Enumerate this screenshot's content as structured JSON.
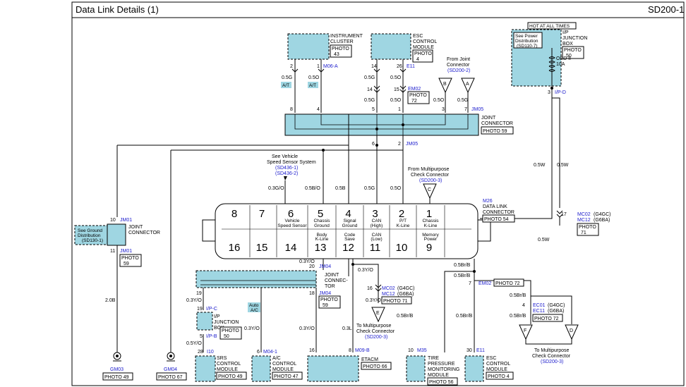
{
  "header": {
    "title": "Data Link Details (1)",
    "code": "SD200-1"
  },
  "modules": {
    "instrument_cluster": {
      "line1": "INSTRUMENT",
      "line2": "CLUSTER",
      "photo": "PHOTO",
      "photo_num": "43"
    },
    "esc_top": {
      "line1": "ESC",
      "line2": "CONTROL",
      "line3": "MODULE",
      "photo": "PHOTO",
      "photo_num": "4"
    },
    "joint_connector_top": {
      "line1": "JOINT",
      "line2": "CONNECTOR"
    },
    "ip_junction_top": {
      "hot": "HOT AT ALL TIMES",
      "see1": "See Power",
      "see2": "Distribution",
      "see3": "(SD110-7)",
      "line1": "I/P",
      "line2": "JUNCTION",
      "line3": "BOX",
      "fuse1": "OBD II",
      "fuse2": "10A"
    },
    "dlc": {
      "line1": "DATA LINK",
      "line2": "CONNECTOR"
    },
    "ground_dist": {
      "line1": "See Ground",
      "line2": "Distribution",
      "line3": "(SD130-1)"
    },
    "jm01": {
      "line1": "JOINT",
      "line2": "CONNECTOR"
    },
    "jm04": {
      "line1": "JOINT",
      "line2": "CONNEC-",
      "line3": "TOR"
    },
    "ip_junction_lower": {
      "line1": "I/P",
      "line2": "JUNCTION",
      "line3": "BOX"
    },
    "srs": {
      "line1": "SRS",
      "line2": "CONTROL",
      "line3": "MODULE"
    },
    "ac": {
      "line1": "A/C",
      "line2": "CONTROL",
      "line3": "MODULE"
    },
    "etacm": {
      "line1": "ETACM"
    },
    "tpms": {
      "line1": "TIRE",
      "line2": "PRESSURE",
      "line3": "MONITORING",
      "line4": "MODULE"
    },
    "esc_bottom": {
      "line1": "ESC",
      "line2": "CONTROL",
      "line3": "MODULE"
    }
  },
  "dlc_pins": [
    {
      "num": "8",
      "label1": "",
      "label2": "",
      "row": "top"
    },
    {
      "num": "7",
      "label1": "",
      "label2": "",
      "row": "top"
    },
    {
      "num": "6",
      "label1": "Vehicle",
      "label2": "Speed Sensor",
      "row": "top"
    },
    {
      "num": "5",
      "label1": "Chassis",
      "label2": "Ground",
      "row": "top"
    },
    {
      "num": "4",
      "label1": "Signal",
      "label2": "Ground",
      "row": "top"
    },
    {
      "num": "3",
      "label1": "CAN",
      "label2": "(High)",
      "row": "top"
    },
    {
      "num": "2",
      "label1": "P/T",
      "label2": "K-Line",
      "row": "top"
    },
    {
      "num": "1",
      "label1": "Chassis",
      "label2": "K-Line",
      "row": "top"
    },
    {
      "num": "16",
      "label1": "",
      "label2": "",
      "row": "bottom"
    },
    {
      "num": "15",
      "label1": "",
      "label2": "",
      "row": "bottom"
    },
    {
      "num": "14",
      "label1": "",
      "label2": "",
      "row": "bottom"
    },
    {
      "num": "13",
      "label1": "Body",
      "label2": "K-Line",
      "row": "bottom"
    },
    {
      "num": "12",
      "label1": "Code",
      "label2": "Save",
      "row": "bottom"
    },
    {
      "num": "11",
      "label1": "CAN",
      "label2": "(Low)",
      "row": "bottom"
    },
    {
      "num": "10",
      "label1": "",
      "label2": "",
      "row": "bottom"
    },
    {
      "num": "9",
      "label1": "Memory",
      "label2": "Power",
      "row": "bottom"
    }
  ],
  "pins": {
    "ic_left": "2",
    "ic_right": "1",
    "esc14": "14",
    "esc26": "26",
    "em14": "14",
    "em15": "15",
    "jc8": "8",
    "jc4": "4",
    "jc5": "5",
    "jc1": "1",
    "jc3": "3",
    "jc7": "7",
    "jc6": "6",
    "jc2": "2",
    "ip3": "3",
    "mc17": "17",
    "jm01_10": "10",
    "jm01_11": "11",
    "jm04_20": "20",
    "jm04_18": "18",
    "jm04_19": "19",
    "ipc19": "19",
    "ipb5": "5",
    "srs28": "28",
    "ac6": "6",
    "etacm16": "16",
    "etacm8": "8",
    "mc16": "16",
    "tpms10": "10",
    "esc30": "30",
    "em7": "7",
    "ec4": "4"
  },
  "connectors": {
    "m06a": "M06-A",
    "e11_top": "E11",
    "em02_top": "EM02",
    "jm05": "JM05",
    "ipd": "I/P-D",
    "mc02": "MC02",
    "mc12": "MC12",
    "m26": "M26",
    "jm01": "JM01",
    "jm04": "JM04",
    "ipc": "I/P-C",
    "ipb": "I/P-B",
    "i10": "I10",
    "m041": "M04-1",
    "m09b": "M09-B",
    "m35": "M35",
    "e11_bottom": "E11",
    "em02_bottom": "EM02",
    "ec01": "EC01",
    "ec11": "EC11"
  },
  "variants": {
    "g4gc": "(G4GC)",
    "g6ba": "(G6BA)"
  },
  "wires": {
    "w05g_a": "0.5G",
    "w05o_a": "0.5O",
    "w05g_b": "0.5G",
    "w05o_b": "0.5O",
    "w05w": "0.5W",
    "w03gyo": "0.3G/O",
    "w05bo": "0.5B/O",
    "w05b": "0.5B",
    "w20b": "2.0B",
    "w03yo": "0.3Y/O",
    "w05yo": "0.5Y/O",
    "w03l": "0.3L",
    "w05brb": "0.5Br/B"
  },
  "badges": {
    "at": "A/T",
    "auto1": "Auto",
    "auto2": "A/C"
  },
  "photos": {
    "p72a": "PHOTO",
    "p72a_num": "72",
    "p59a": "PHOTO 59",
    "p50a": "PHOTO",
    "p50a_num": "50",
    "p71a": "PHOTO",
    "p71a_num": "71",
    "p54": "PHOTO 54",
    "p59b": "PHOTO",
    "p59b_num": "59",
    "p49a": "PHOTO 49",
    "p67": "PHOTO 67",
    "p59c": "PHOTO",
    "p59c_num": "59",
    "p50b": "PHOTO",
    "p50b_num": "50",
    "p49b": "PHOTO 49",
    "p47": "PHOTO 47",
    "p66": "PHOTO 66",
    "p71b": "PHOTO 71",
    "p56": "PHOTO 56",
    "p4": "PHOTO 4",
    "p72b": "PHOTO 72",
    "p72c": "PHOTO 72"
  },
  "grounds": {
    "gm03": "GM03",
    "gm04": "GM04"
  },
  "refs": {
    "from_joint": {
      "line1": "From Joint",
      "line2": "Connector",
      "code": "(SD200-2)"
    },
    "a": "A",
    "b": "B",
    "c": "C",
    "d": "D",
    "e": "E",
    "f": "F",
    "vss": {
      "line1": "See Vehicle",
      "line2": "Speed Sensor System",
      "code1": "(SD436-1)",
      "code2": "(SD436-2)"
    },
    "multipurpose_top": {
      "line1": "From Multipurpose",
      "line2": "Check Connector",
      "code": "(SD200-3)"
    },
    "multipurpose_e": {
      "line1": "To Multipurpose",
      "line2": "Check Connector",
      "code": "(SD200-3)"
    },
    "multipurpose_fd": {
      "line1": "To Multipurpose",
      "line2": "Check Connector",
      "code": "(SD200-3)"
    }
  }
}
